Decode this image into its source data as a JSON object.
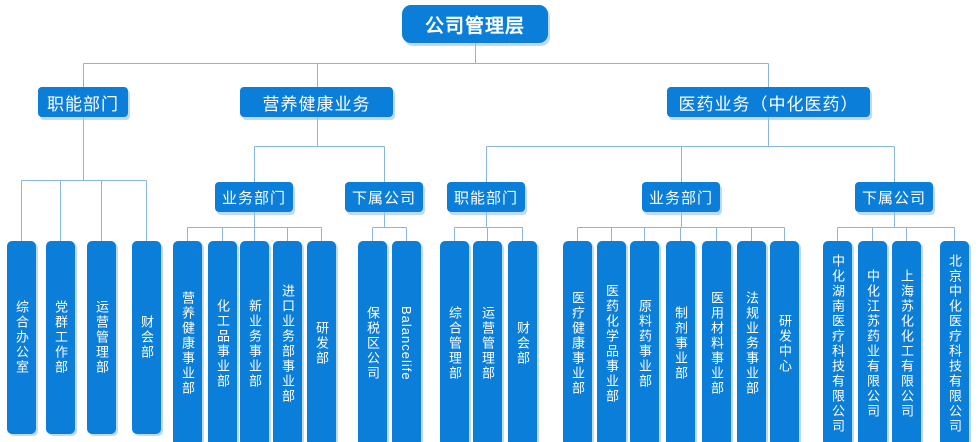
{
  "colors": {
    "node_blue": "#0a7ed8",
    "connector_blue": "#8ab5e2",
    "node_text": "#ffffff",
    "shadow_blue": "#a0c6ec"
  },
  "org": {
    "root": "公司管理层",
    "level2": [
      {
        "label": "职能部门"
      },
      {
        "label": "营养健康业务"
      },
      {
        "label": "医药业务（中化医药）"
      }
    ],
    "level3": [
      {
        "label": "业务部门"
      },
      {
        "label": "下属公司"
      },
      {
        "label": "职能部门"
      },
      {
        "label": "业务部门"
      },
      {
        "label": "下属公司"
      }
    ],
    "leaves": {
      "g1": [
        "综合办公室",
        "党群工作部",
        "运营管理部",
        "财会部"
      ],
      "g2": [
        "营养健康事业部",
        "化工品事业部",
        "新业务事业部",
        "进口业务部事业部",
        "研发部"
      ],
      "g3": [
        "保税区公司",
        "Balancelife"
      ],
      "g4": [
        "综合管理部",
        "运营管理部",
        "财会部"
      ],
      "g5": [
        "医疗健康事业部",
        "医药化学品事业部",
        "原料药事业部",
        "制剂事业部",
        "医用材料事业部",
        "法规业务事业部",
        "研发中心"
      ],
      "g6": [
        "中化湖南医疗科技有限公司",
        "中化江苏药业有限公司",
        "上海苏化化工有限公司",
        "北京中化医疗科技有限公司"
      ]
    }
  }
}
